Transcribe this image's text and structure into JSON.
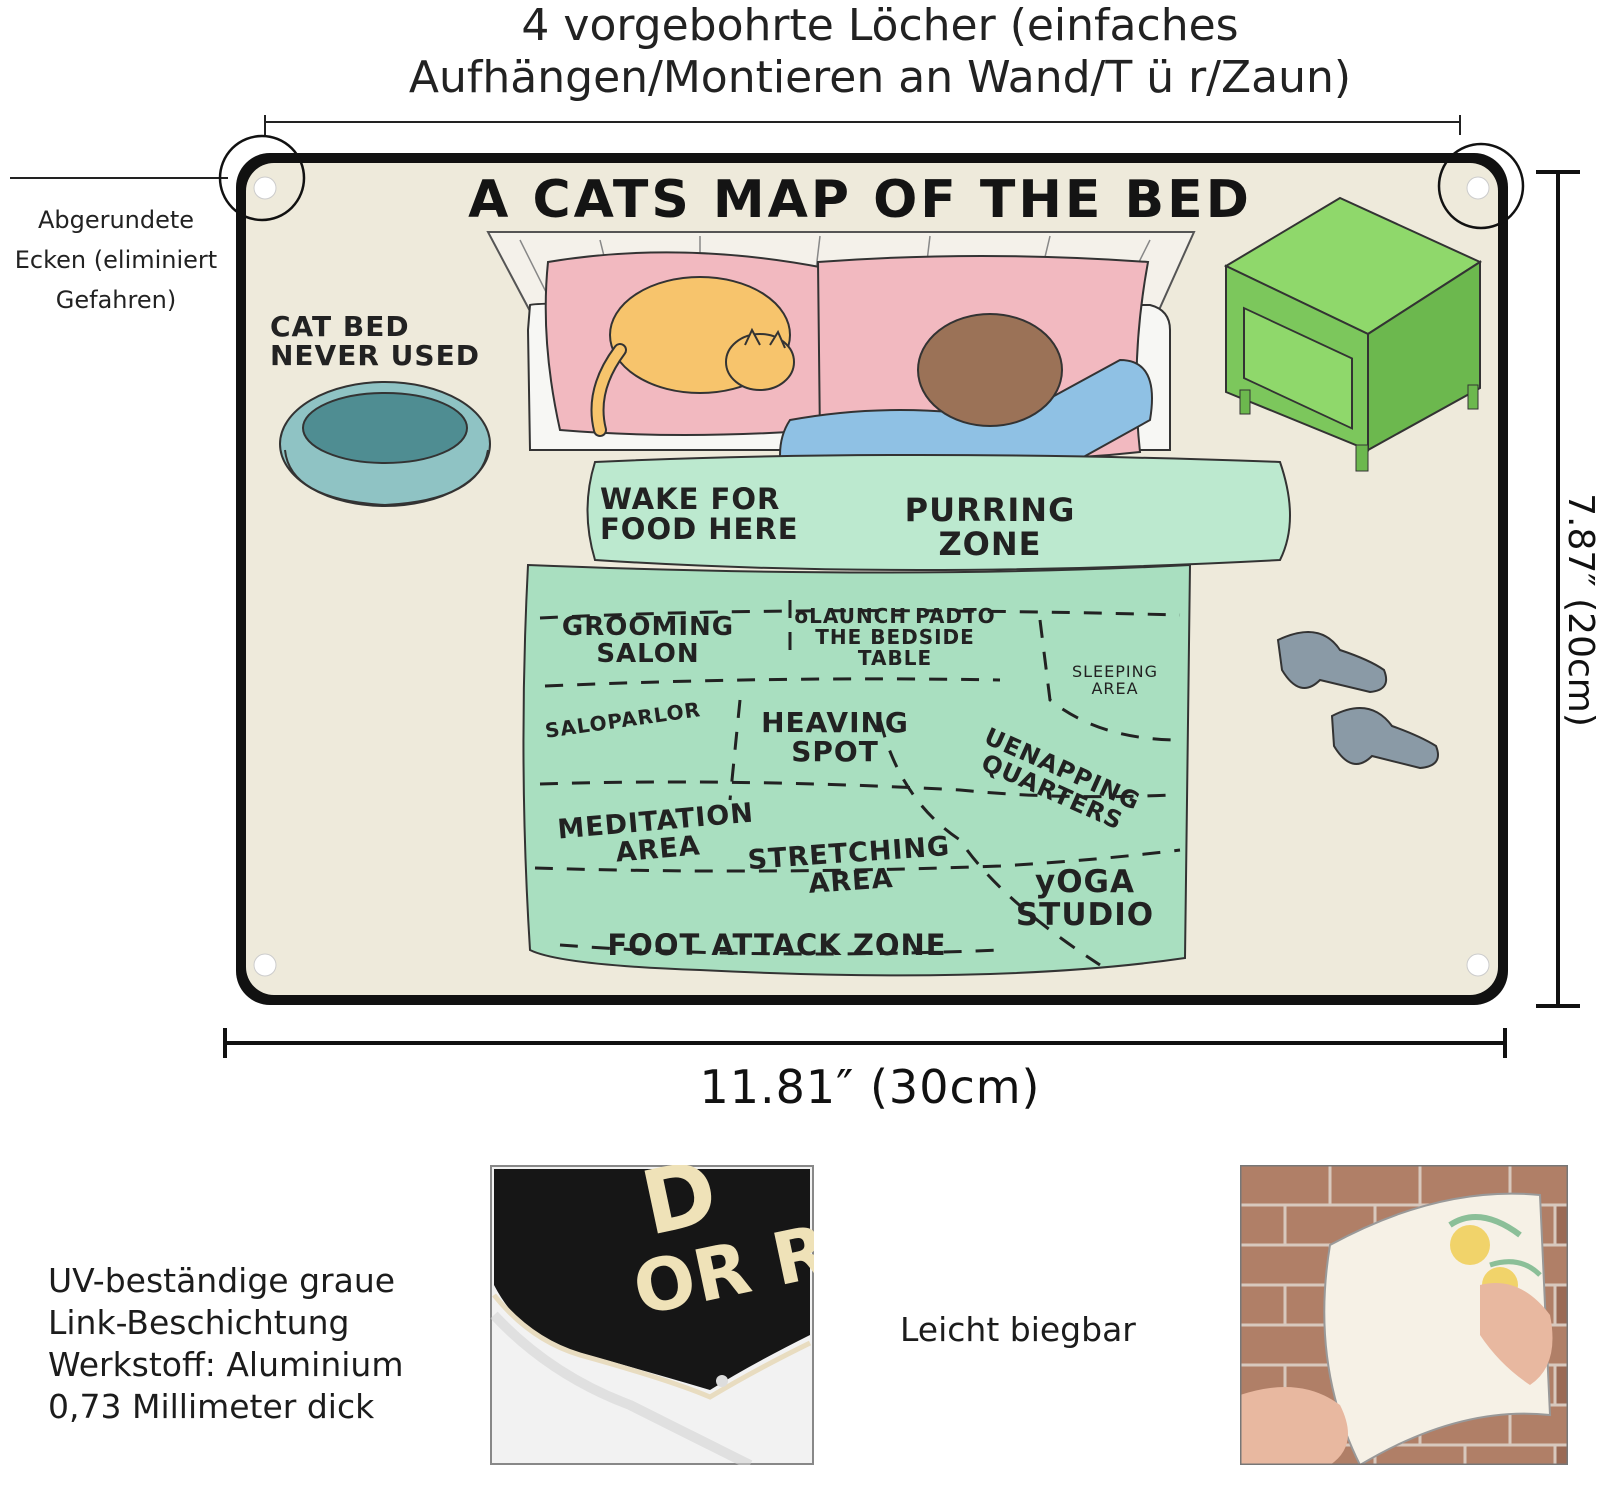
{
  "header": {
    "line1": "4 vorgebohrte Löcher (einfaches",
    "line2": "Aufhängen/Montieren an Wand/T ü r/Zaun)"
  },
  "corner_label": {
    "line1": "Abgerundete",
    "line2": "Ecken (eliminiert",
    "line3": "Gefahren)"
  },
  "dimensions": {
    "width": "11.81″  (30cm)",
    "height": "7.87″  (20cm)"
  },
  "sign": {
    "title": "A CATS MAP OF THE BED",
    "cat_bed": {
      "line1": "CAT BED",
      "line2": "NEVER USED"
    },
    "zones": {
      "wake_line1": "WAKE FOR",
      "wake_line2": "FOOD HERE",
      "purring_line1": "PURRING",
      "purring_line2": "ZONE",
      "grooming_line1": "GROOMING",
      "grooming_line2": "SALON",
      "launch_line1": "oLAUNCH PADTO",
      "launch_line2": "THE BEDSIDE",
      "launch_line3": "TABLE",
      "sleeping_line1": "SLEEPING",
      "sleeping_line2": "AREA",
      "saloparlor": "SALOPARLOR",
      "heaving_line1": "HEAVING",
      "heaving_line2": "SPOT",
      "uenapping_line1": "UENAPPING",
      "uenapping_line2": "QUARTERS",
      "meditation_line1": "MEDITATION",
      "meditation_line2": "AREA",
      "stretching_line1": "STRETCHING",
      "stretching_line2": "AREA",
      "yoga_line1": "yOGA",
      "yoga_line2": "STUDIO",
      "foot": "FOOT ATTACK ZONE"
    }
  },
  "features": {
    "line1": "UV-beständige graue",
    "line2": "Link-Beschichtung",
    "line3": "Werkstoff: Aluminium",
    "line4": "0,73 Millimeter dick"
  },
  "bend_label": "Leicht biegbar",
  "colors": {
    "sign_background": "#eeeadb",
    "sign_border": "#111111",
    "blanket": "#a9dfc0",
    "blanket_top": "#bce9cf",
    "pillow": "#f2b9c0",
    "cat": "#f7c46c",
    "pajama": "#8fc1e4",
    "hair": "#9b7257",
    "nightstand": "#8fd86b",
    "cat_bed": "#8fc3c4",
    "socks": "#8a9aa6"
  }
}
